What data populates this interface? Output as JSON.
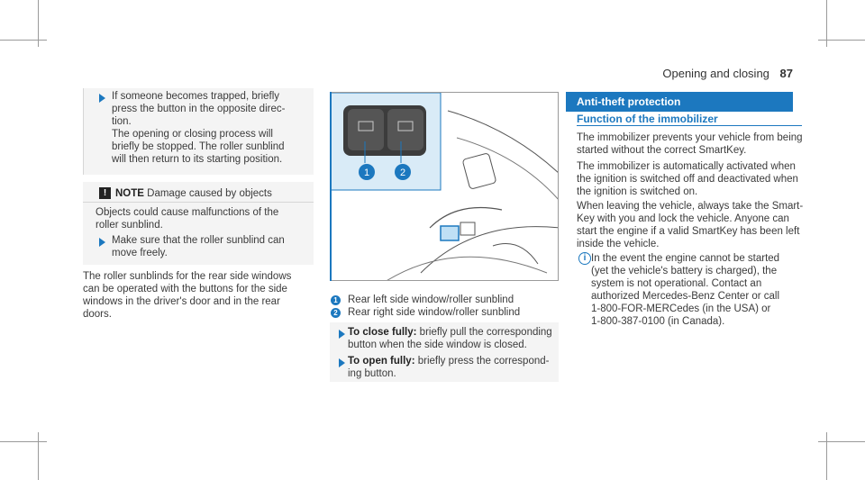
{
  "header": {
    "section": "Opening and closing",
    "page_number": "87"
  },
  "left": {
    "trapped_step": {
      "text": "If someone becomes trapped, briefly press the button in the opposite direc-tion.",
      "extra1": "The opening or closing process will",
      "extra2": "briefly be stopped. The roller sunblind",
      "extra3": "will then return to its starting position."
    },
    "note": {
      "icon_glyph": "!",
      "label": "NOTE",
      "title": "Damage caused by objects",
      "body1": "Objects could cause malfunctions of the",
      "body2": "roller sunblind.",
      "step1": "Make sure that the roller sunblind can",
      "step2": "move freely."
    },
    "para": [
      "The roller sunblinds for the rear side windows",
      "can be operated with the buttons for the side",
      "windows in the driver's door and in the rear",
      "doors."
    ]
  },
  "middle": {
    "figure_callouts": [
      "1",
      "2"
    ],
    "legend": [
      {
        "num": "1",
        "text": "Rear left side window/roller sunblind"
      },
      {
        "num": "2",
        "text": "Rear right side window/roller sunblind"
      }
    ],
    "close": {
      "label": "To close fully:",
      "text1": "briefly pull the corresponding",
      "text2": "button when the side window is closed."
    },
    "open": {
      "label": "To open fully:",
      "text1": "briefly press the correspond-",
      "text2": "ing button."
    }
  },
  "right": {
    "section_title": "Anti-theft protection",
    "subtitle": "Function of the immobilizer",
    "p1": [
      "The immobilizer prevents your vehicle from being",
      "started without the correct SmartKey."
    ],
    "p2": [
      "The immobilizer is automatically activated when",
      "the ignition is switched off and deactivated when",
      "the ignition is switched on."
    ],
    "p3": [
      "When leaving the vehicle, always take the Smart-",
      "Key with you and lock the vehicle. Anyone can",
      "start the engine if a valid SmartKey has been left",
      "inside the vehicle."
    ],
    "info_icon": "i",
    "info": [
      "In the event the engine cannot be started",
      "(yet the vehicle's battery is charged), the",
      "system is not operational. Contact an",
      "authorized Mercedes-Benz Center or call",
      "1-800-FOR-MERCedes (in the USA) or",
      "1-800-387-0100 (in Canada)."
    ]
  },
  "colors": {
    "accent": "#1c78bf",
    "note_bg": "#f4f4f4"
  }
}
